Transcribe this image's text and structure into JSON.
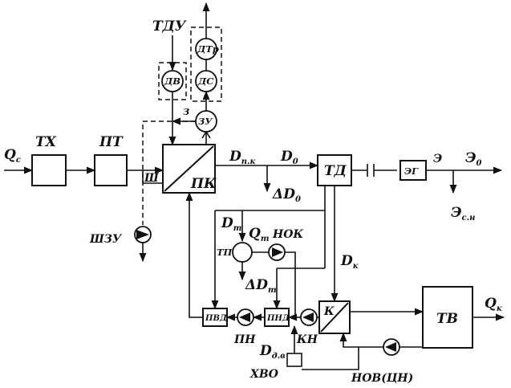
{
  "labels": {
    "q_c": "Q",
    "q_c_sub": "с",
    "tkh": "ТХ",
    "pt": "ПТ",
    "pk": "ПК",
    "sh": "Ш",
    "z": "З",
    "tdu": "ТДУ",
    "dv": "ДВ",
    "ds": "ДС",
    "dtr": "ДТр",
    "zu": "ЗУ",
    "shzu": "ШЗУ",
    "d_pk": "D",
    "d_pk_sub": "п.к",
    "d0": "D",
    "d0_sub": "0",
    "delta_d0": "ΔD",
    "delta_d0_sub": "0",
    "td": "ТД",
    "eg": "ЭГ",
    "e": "Э",
    "e0": "Э",
    "e0_sub": "0",
    "esn": "Э",
    "esn_sub": "с.н",
    "dt": "D",
    "dt_sub": "т",
    "qt": "Q",
    "qt_sub": "т",
    "nok": "НОК",
    "tp": "ТП",
    "delta_dt": "ΔD",
    "delta_dt_sub": "т",
    "dk": "D",
    "dk_sub": "к",
    "pvd": "ПВД",
    "pnd": "ПНД",
    "pn": "ПН",
    "ddv": "D",
    "ddv_sub": "д.в",
    "kn": "КН",
    "k": "К",
    "tv": "ТВ",
    "qk": "Q",
    "qk_sub": "к",
    "khvo": "ХВО",
    "nov": "НОВ(ЦН)"
  }
}
